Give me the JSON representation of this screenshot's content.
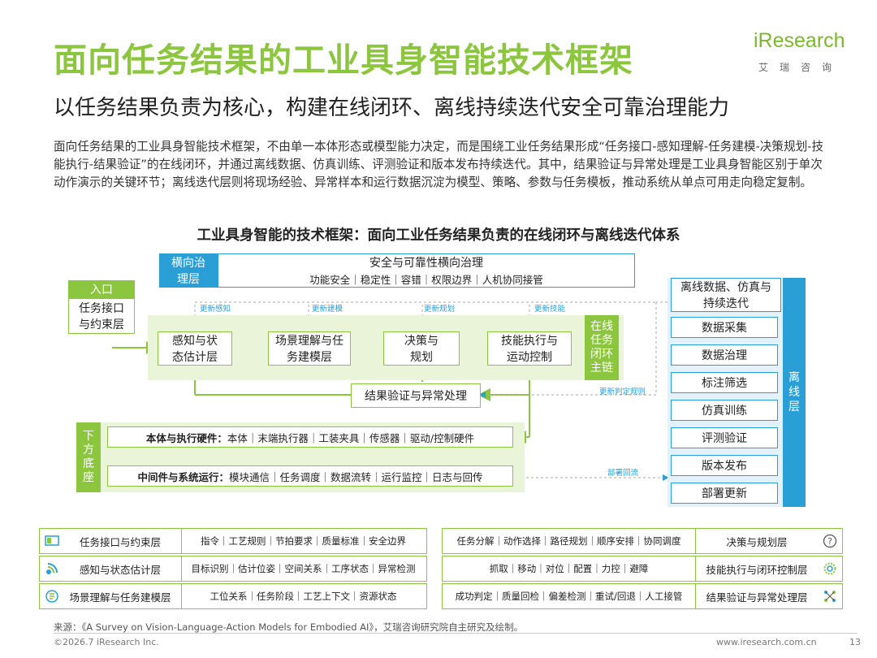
{
  "header": {
    "title": "面向任务结果的工业具身智能技术框架",
    "subtitle": "以任务结果负责为核心，构建在线闭环、离线持续迭代安全可靠治理能力",
    "logo_brand": "iResearch",
    "logo_sub": "艾瑞咨询"
  },
  "intro": "面向任务结果的工业具身智能技术框架，不由单一本体形态或模型能力决定，而是围绕工业任务结果形成“任务接口-感知理解-任务建模-决策规划-技能执行-结果验证”的在线闭环，并通过离线数据、仿真训练、评测验证和版本发布持续迭代。其中，结果验证与异常处理是工业具身智能区别于单次动作演示的关键环节；离线迭代层则将现场经验、异常样本和运行数据沉淀为模型、策略、参数与任务模板，推动系统从单点可用走向稳定复制。",
  "diagram": {
    "title": "工业具身智能的技术框架：面向工业任务结果负责的在线闭环与离线迭代体系",
    "governance": {
      "tag": "横向治理层",
      "title": "安全与可靠性横向治理",
      "items": "功能安全｜稳定性｜容错｜权限边界｜人机协同接管"
    },
    "entry": {
      "tag": "入口",
      "label": "任务接口与约束层"
    },
    "online": {
      "nodes": [
        "感知与状态估计层",
        "场景理解与任务建模层",
        "决策与规划",
        "技能执行与运动控制"
      ],
      "update_labels": [
        "更新感知",
        "更新建模",
        "更新规划",
        "更新技能"
      ],
      "tag": "在线任务闭环主链",
      "verify": "结果验证与异常处理",
      "update_judge": "更新判定规则"
    },
    "bottom": {
      "tag": "下方底座",
      "rows": [
        {
          "label": "本体与执行硬件：",
          "items": "本体｜末端执行器｜工装夹具｜传感器｜驱动/控制硬件"
        },
        {
          "label": "中间件与系统运行：",
          "items": "模块通信｜任务调度｜数据流转｜运行监控｜日志与回传"
        }
      ],
      "deploy_flow": "部署回流"
    },
    "offline": {
      "title": "离线数据、仿真与持续迭代",
      "steps": [
        "数据采集",
        "数据治理",
        "标注筛选",
        "仿真训练",
        "评测验证",
        "版本发布",
        "部署更新"
      ],
      "tag": "离线层"
    }
  },
  "table": {
    "left": [
      {
        "label": "任务接口与约束层",
        "items": "指令｜工艺规则｜节拍要求｜质量标准｜安全边界",
        "icon": "screen-icon"
      },
      {
        "label": "感知与状态估计层",
        "items": "目标识别｜估计位姿｜空间关系｜工序状态｜异常检测",
        "icon": "signal-icon"
      },
      {
        "label": "场景理解与任务建模层",
        "items": "工位关系｜任务阶段｜工艺上下文｜资源状态",
        "icon": "brain-icon"
      }
    ],
    "right": [
      {
        "label": "决策与规划层",
        "items": "任务分解｜动作选择｜路径规划｜顺序安排｜协同调度",
        "icon": "question-icon"
      },
      {
        "label": "技能执行与闭环控制层",
        "items": "抓取｜移动｜对位｜配置｜力控｜避障",
        "icon": "gear-icon"
      },
      {
        "label": "结果验证与异常处理层",
        "items": "成功判定｜质量回检｜偏差检测｜重试/回退｜人工接管",
        "icon": "network-icon"
      }
    ]
  },
  "footer": {
    "source": "来源：《A Survey on Vision-Language-Action Models for Embodied AI》，艾瑞咨询研究院自主研究及绘制。",
    "copyright": "©2026.7 iResearch Inc.",
    "website": "www.iresearch.com.cn",
    "page": "13"
  },
  "colors": {
    "green": "#8cc63f",
    "blue": "#2a9fd6",
    "light_green": "#eaf4d9",
    "light_blue": "#e3f1fa"
  }
}
